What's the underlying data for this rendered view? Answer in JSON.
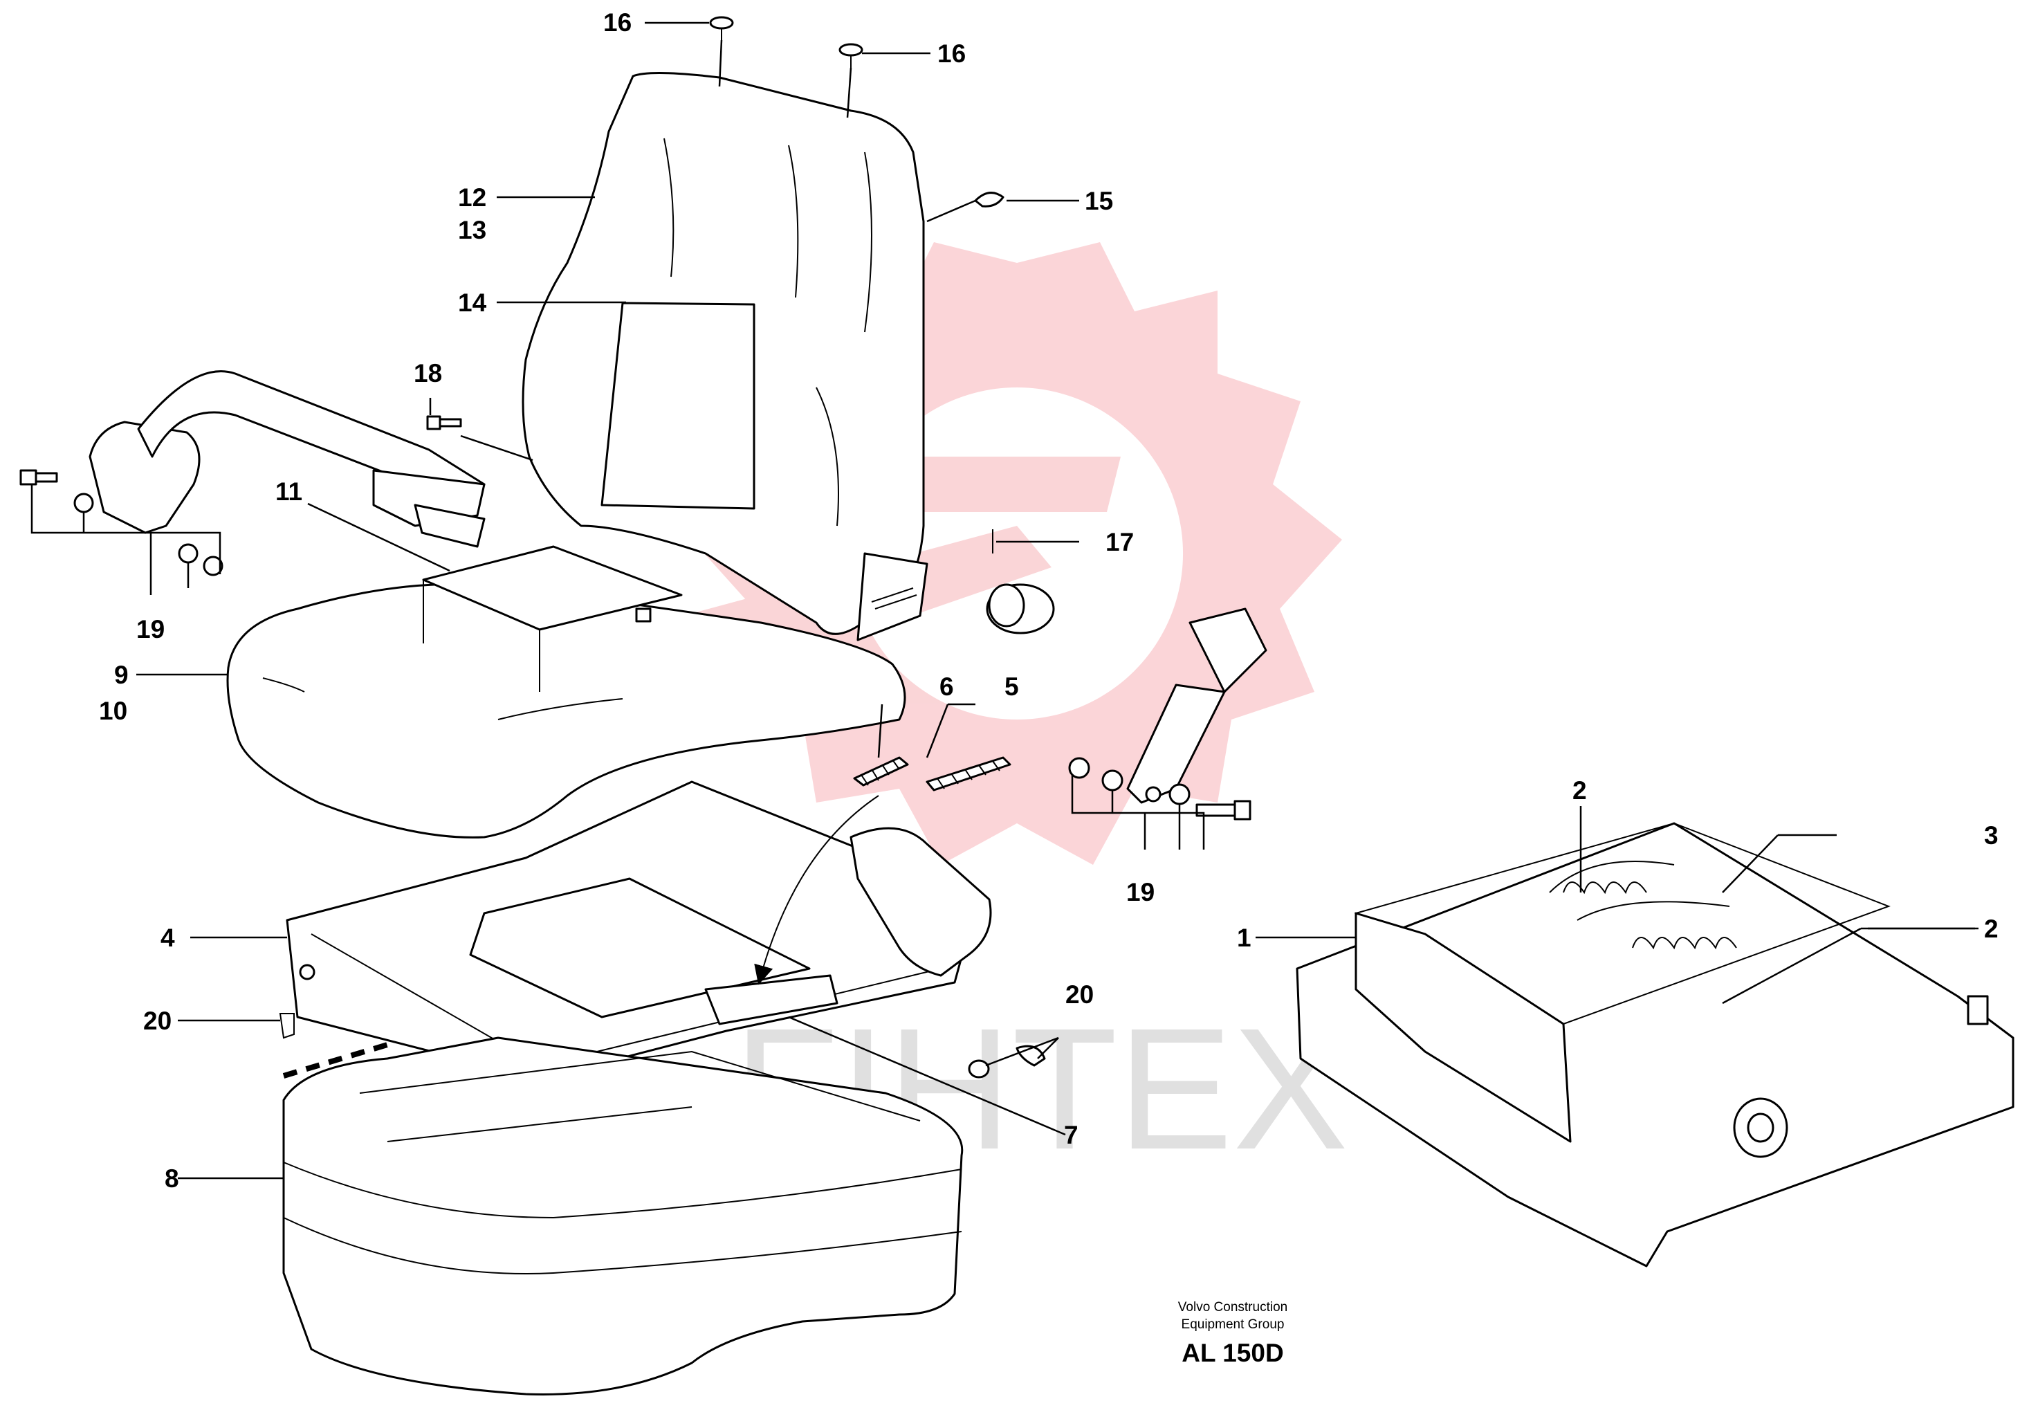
{
  "watermark": {
    "text": "FIHTEX",
    "gear_color": "#f7b3b8"
  },
  "callouts": {
    "c1": "1",
    "c2a": "2",
    "c2b": "2",
    "c3": "3",
    "c4": "4",
    "c5": "5",
    "c6": "6",
    "c7": "7",
    "c8": "8",
    "c9": "9",
    "c10": "10",
    "c11": "11",
    "c12": "12",
    "c13": "13",
    "c14": "14",
    "c15": "15",
    "c16a": "16",
    "c16b": "16",
    "c17": "17",
    "c18": "18",
    "c19a": "19",
    "c19b": "19",
    "c20a": "20",
    "c20b": "20"
  },
  "caption": {
    "line1": "Volvo Construction",
    "line2": "Equipment Group",
    "model": "AL 150D"
  }
}
